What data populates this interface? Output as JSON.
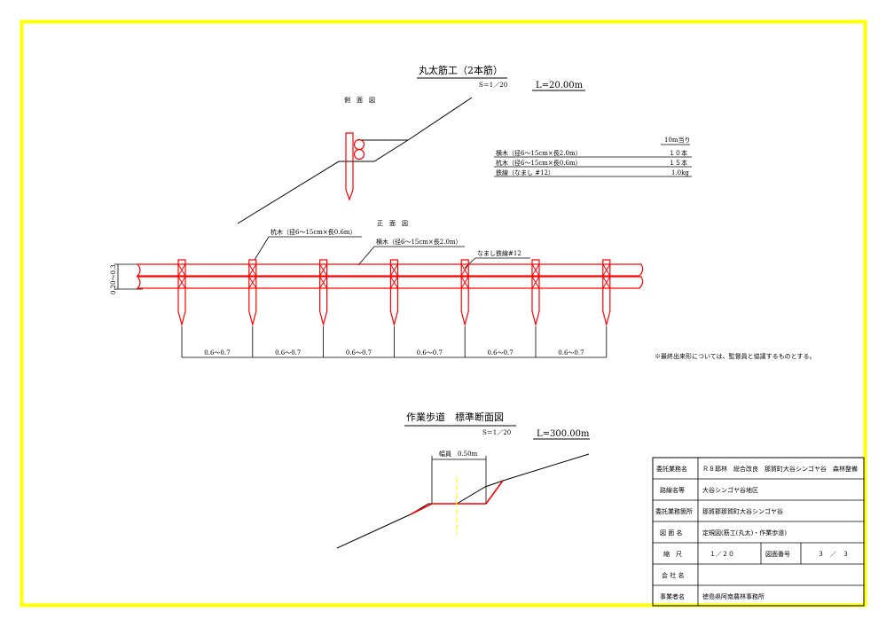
{
  "top_section": {
    "title": "丸太筋工（2本筋）",
    "scale": "S＝1／20",
    "length": "L=20.00m",
    "side_view_label": "側　面　図",
    "front_view_label": "正　面　図"
  },
  "materials": {
    "header": "10m当り",
    "rows": [
      {
        "name": "横木（径6～15cm×長2.0m）",
        "qty": "１０本"
      },
      {
        "name": "杭木（径6～15cm×長0.6m）",
        "qty": "１５本"
      },
      {
        "name": "鉄線（なまし #12）",
        "qty": "1.0kg"
      }
    ]
  },
  "front_view": {
    "label_stake": "杭木（径6～15cm×長0.6m）",
    "label_crossbar": "横木（径6～15cm×長2.0m）",
    "label_wire": "なまし鉄線#12",
    "height_dim": "0.20～0.3",
    "spacings": [
      "0.6～0.7",
      "0.6～0.7",
      "0.6～0.7",
      "0.6～0.7",
      "0.6～0.7",
      "0.6～0.7"
    ],
    "stake_count": 7
  },
  "note": "※最終出来形については、監督員と協議するものとする。",
  "path_section": {
    "title": "作業歩道　標準断面図",
    "scale": "S＝1／20",
    "length": "L=300.00m",
    "width_label": "幅員　0.50m"
  },
  "title_block": [
    {
      "label": "委託業務名",
      "value": "Ｒ８耶林　総合改良　那賀町大谷シンゴヤ谷　森林整備"
    },
    {
      "label": "路線名等",
      "value": "大谷シンゴヤ谷地区"
    },
    {
      "label": "委託業務箇所",
      "value": "那賀郡那賀町大谷シンゴヤ谷"
    },
    {
      "label": "図 面 名",
      "value": "定規図(筋工(丸太)・作業歩道)"
    },
    {
      "label": "縮　尺",
      "value": "１／２０",
      "sub_label": "図面番号",
      "sub_value": "３　／　３"
    },
    {
      "label": "会 社 名",
      "value": ""
    },
    {
      "label": "事業者名",
      "value": "徳島県阿南農林事務所"
    }
  ],
  "colors": {
    "border": "#ffff00",
    "member": "#ff0000",
    "centerline": "#ffff00",
    "line": "#000000"
  }
}
